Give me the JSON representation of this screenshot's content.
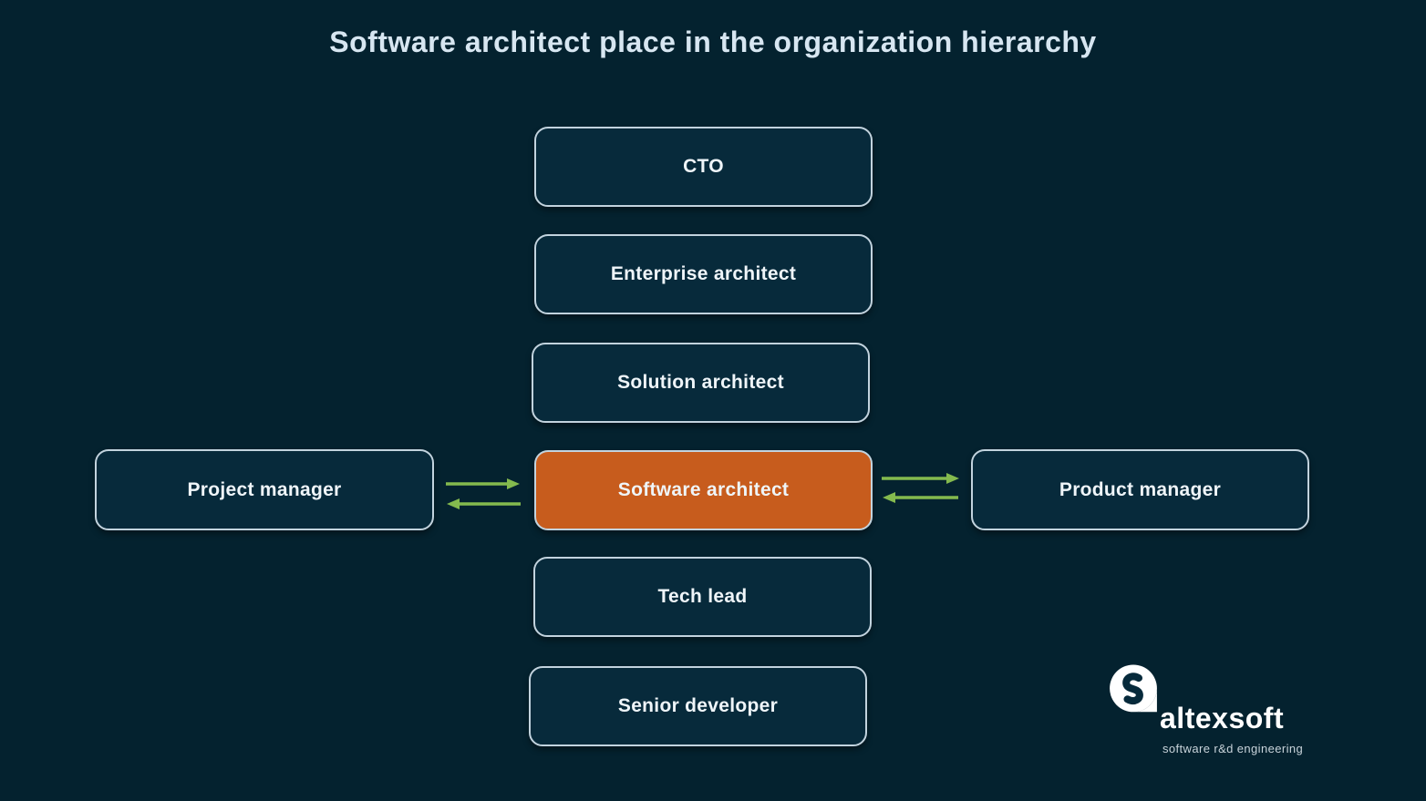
{
  "title": "Software architect place in the organization hierarchy",
  "colors": {
    "background": "#04222f",
    "box_fill": "#072a3b",
    "box_border": "#c2d3de",
    "highlight_fill": "#c75c1d",
    "arrow_green": "#84ba4e",
    "title_color": "#d7e6f1",
    "label_color": "#eff5f9",
    "tagline_color": "#c9d4db"
  },
  "hierarchy": [
    {
      "label": "CTO",
      "highlighted": false
    },
    {
      "label": "Enterprise architect",
      "highlighted": false
    },
    {
      "label": "Solution architect",
      "highlighted": false
    },
    {
      "label": "Software architect",
      "highlighted": true
    },
    {
      "label": "Tech lead",
      "highlighted": false
    },
    {
      "label": "Senior developer",
      "highlighted": false
    }
  ],
  "side_boxes": {
    "left": {
      "label": "Project manager"
    },
    "right": {
      "label": "Product manager"
    }
  },
  "connections": [
    {
      "from": "Project manager",
      "to": "Software architect",
      "type": "bidirectional"
    },
    {
      "from": "Software architect",
      "to": "Product manager",
      "type": "bidirectional"
    }
  ],
  "logo": {
    "name": "altexsoft",
    "tagline": "software r&d engineering"
  }
}
